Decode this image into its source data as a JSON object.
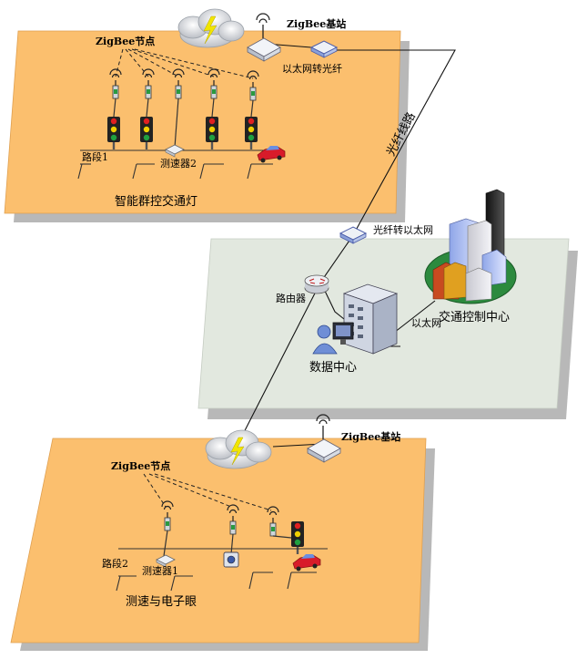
{
  "labels": {
    "zigbee_node_top": "ZigBee节点",
    "zigbee_base_top": "ZigBee基站",
    "eth_to_fiber": "以太网转光纤",
    "road_segment_1": "路段1",
    "speed_sensor_2": "测速器2",
    "panel_top_title": "智能群控交通灯",
    "fiber_line": "光纤线路",
    "fiber_to_eth": "光纤转以太网",
    "router": "路由器",
    "ethernet": "以太网",
    "traffic_control_center": "交通控制中心",
    "data_center": "数据中心",
    "zigbee_base_bottom": "ZigBee基站",
    "zigbee_node_bottom": "ZigBee节点",
    "road_segment_2": "路段2",
    "speed_sensor_1": "测速器1",
    "panel_bottom_title": "测速与电子眼"
  },
  "colors": {
    "panel_orange": "#fbbf6e",
    "panel_shadow": "#b8b8b8",
    "panel_center": "#e2e8df",
    "ground_green": "#2c8a3e",
    "light_red": "#e02020",
    "light_yellow": "#f0d000",
    "light_green": "#20a040",
    "car_red": "#d81b2a"
  }
}
